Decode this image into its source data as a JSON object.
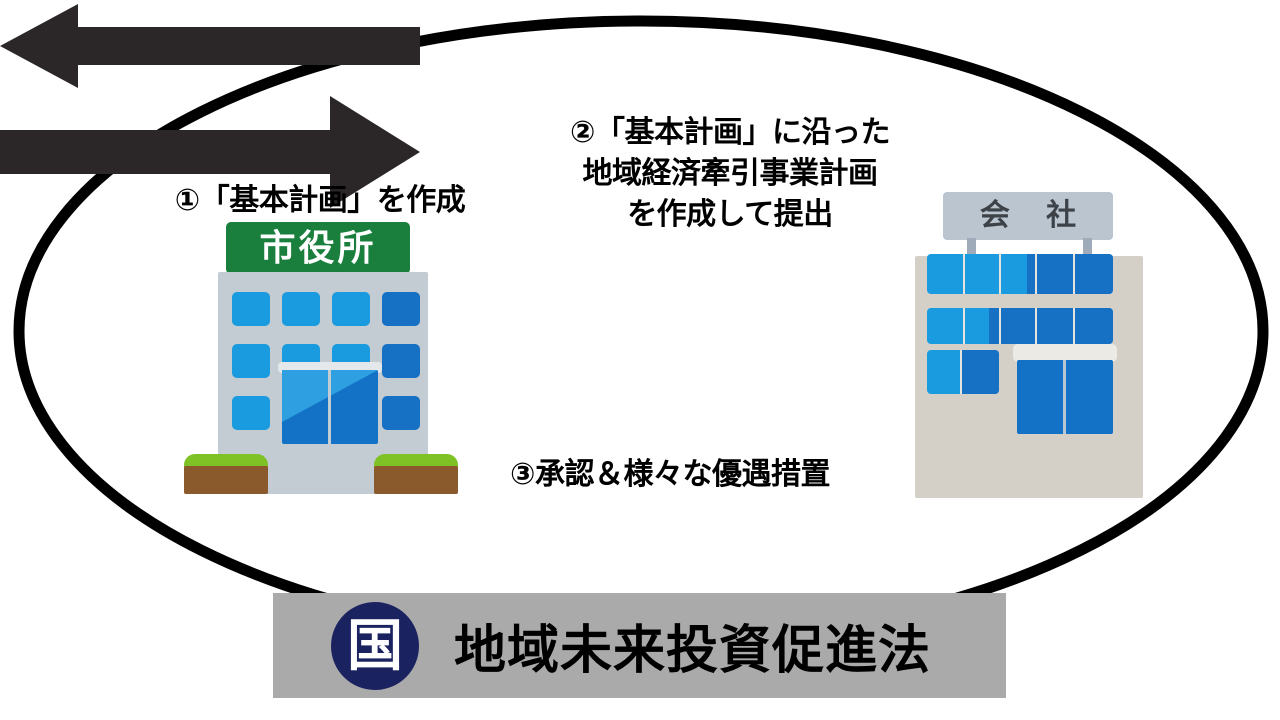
{
  "diagram": {
    "ellipse": {
      "stroke_color": "#000000",
      "stroke_width": 11
    },
    "arrows": [
      {
        "name": "arrow-company-to-cityhall",
        "direction": "left",
        "color": "#2b2628"
      },
      {
        "name": "arrow-cityhall-to-company",
        "direction": "right",
        "color": "#2b2628"
      }
    ],
    "labels": {
      "step1": "①「基本計画」を作成",
      "step2_line1": "②「基本計画」に沿った",
      "step2_line2": "地域経済牽引事業計画",
      "step2_line3": "を作成して提出",
      "step3": "③承認＆様々な優遇措置"
    },
    "cityhall": {
      "sign_text": "市役所",
      "sign_color": "#1a7f3c",
      "body_color": "#c2ccd2",
      "window_color": "#1b9bdf",
      "bush_color": "#7ec225",
      "soil_color": "#8a5a2d"
    },
    "company": {
      "sign_text": "会 社",
      "sign_color": "#bac5cf",
      "body_color": "#d4d0c8",
      "window_color": "#1b9bdf"
    },
    "banner": {
      "background_color": "#aaaaaa",
      "seal_glyph": "国",
      "seal_color": "#1b2260",
      "title": "地域未来投資促進法"
    }
  }
}
